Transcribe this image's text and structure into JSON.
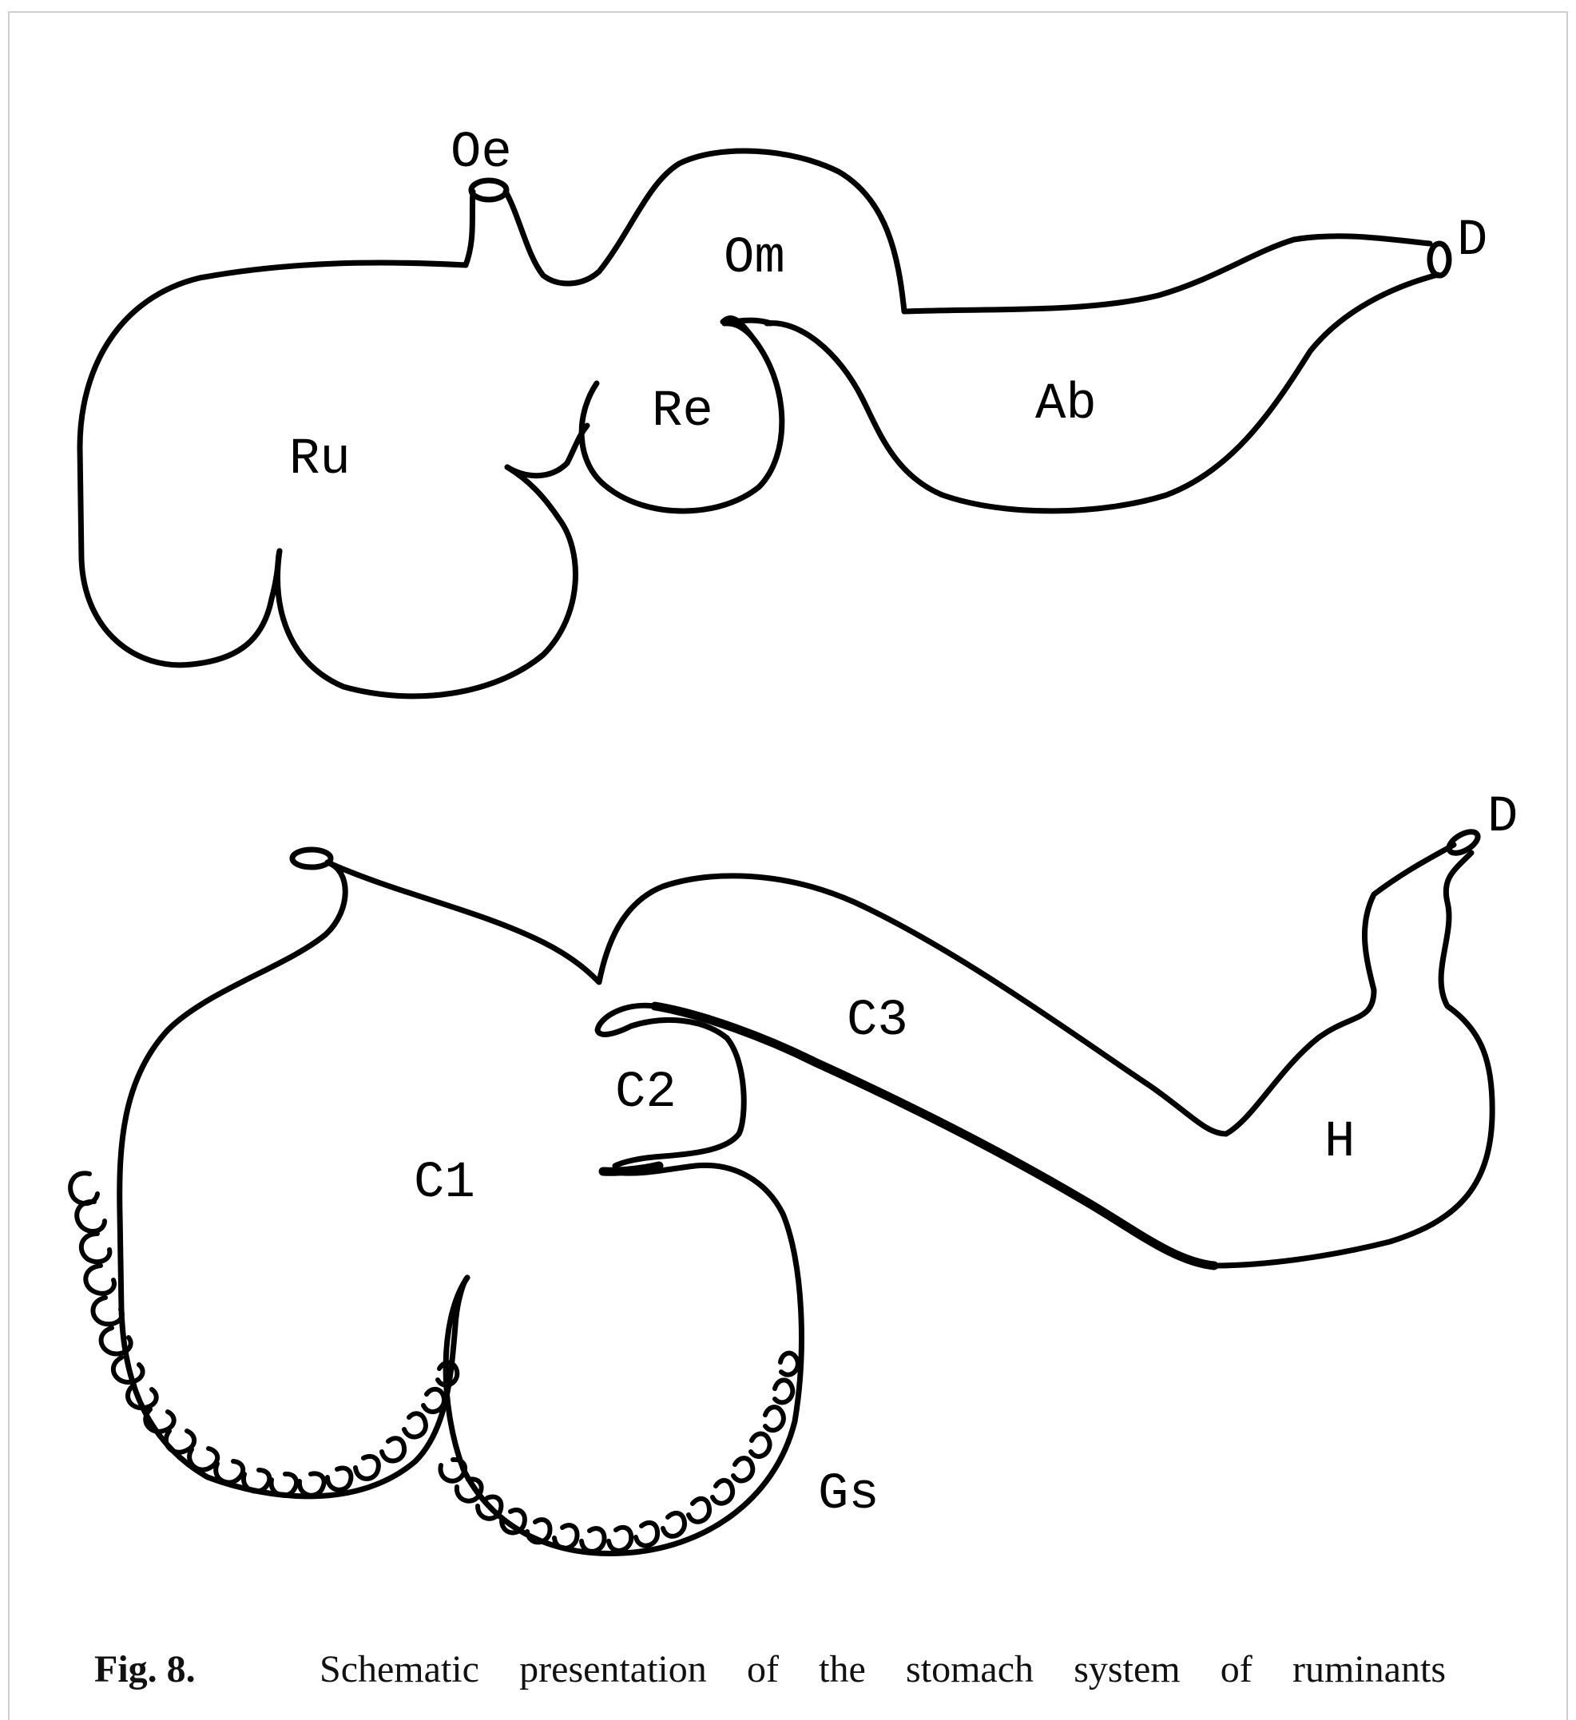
{
  "diagram": {
    "ruminant_labels": {
      "oesophagus": "Oe",
      "omasum": "Om",
      "duodenum": "D",
      "reticulum": "Re",
      "rumen": "Ru",
      "abomasum": "Ab"
    },
    "camelid_labels": {
      "duodenum": "D",
      "c3": "C3",
      "c2": "C2",
      "c1": "C1",
      "hindstomach": "H",
      "glandular_sacs": "Gs"
    }
  },
  "caption": {
    "label": "Fig. 8.",
    "text": "Schematic presentation of the stomach system of ruminants"
  }
}
